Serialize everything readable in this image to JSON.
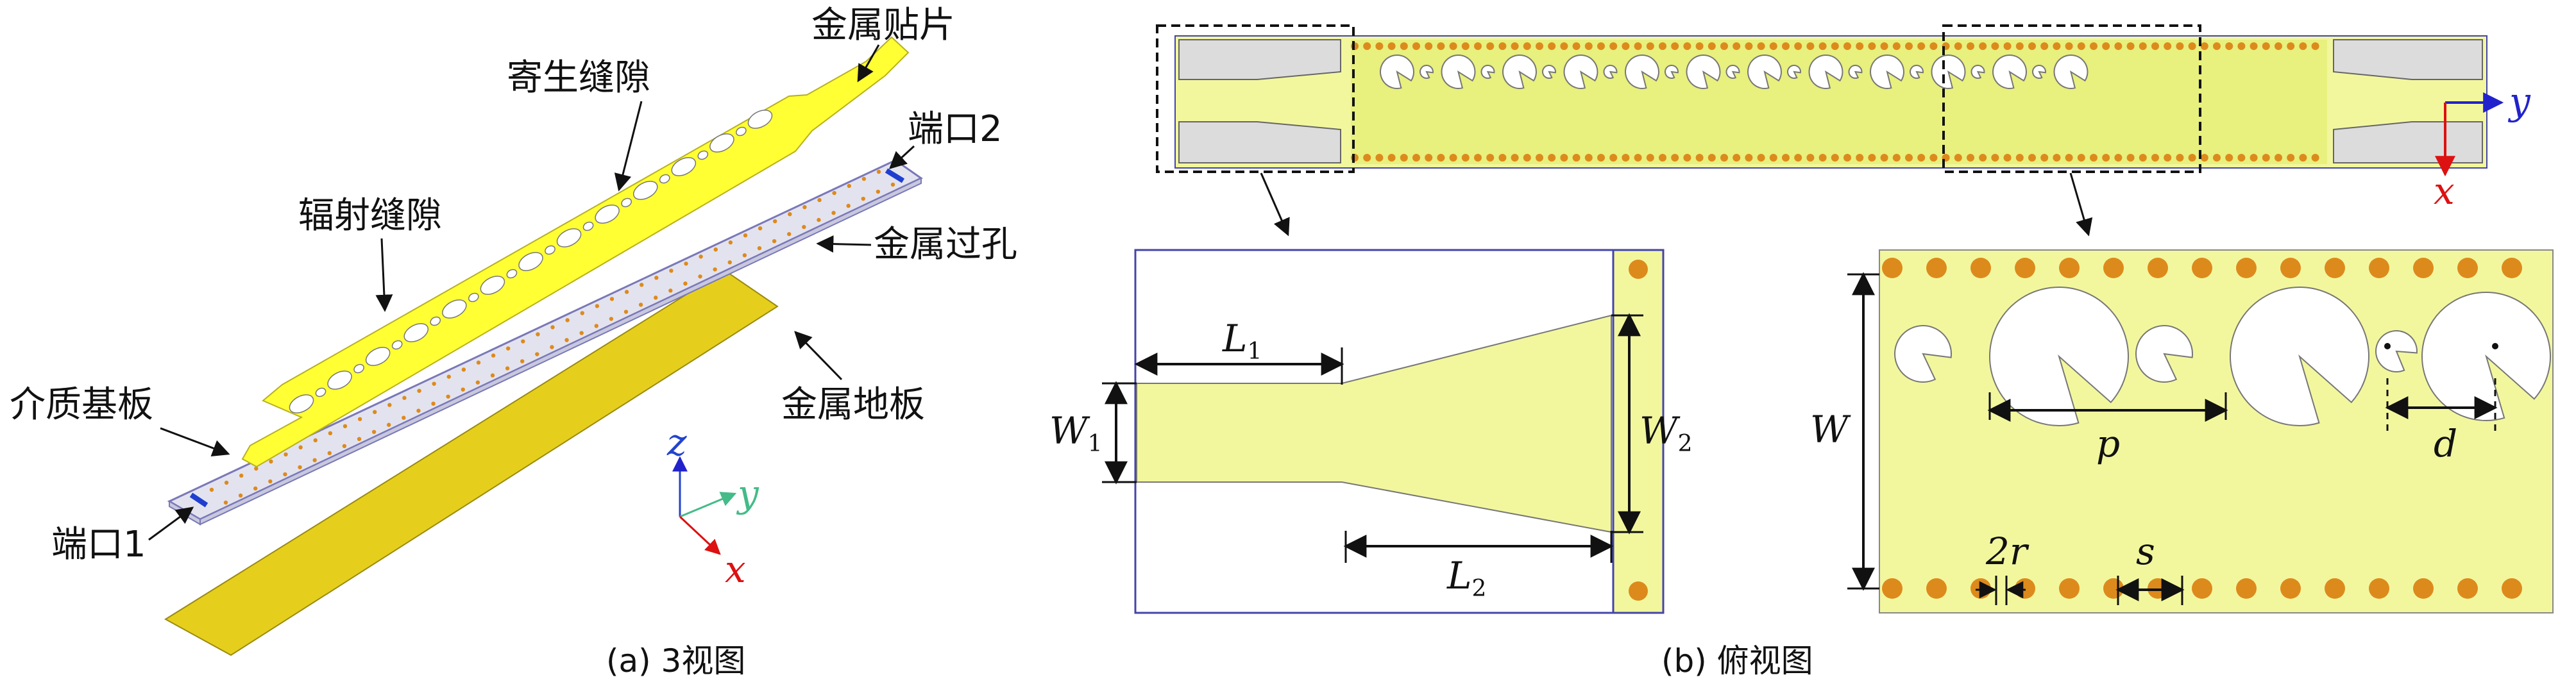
{
  "palette": {
    "patch": "#ffff33",
    "patch_light": "#f2f79e",
    "ground": "#e6cf1c",
    "substrate": "#e3e3ef",
    "via": "#dd8a1c",
    "port": "#1f3fd0",
    "axis_y": "#2222cc",
    "axis_x": "#dd1111",
    "axis_z": "#2244cc",
    "axis_y_iso": "#44bb88"
  },
  "panel_a": {
    "labels": {
      "patch": "金属贴片",
      "parasitic_slot": "寄生缝隙",
      "radiating_slot": "辐射缝隙",
      "port2": "端口2",
      "via": "金属过孔",
      "substrate": "介质基板",
      "ground": "金属地板",
      "port1": "端口1"
    },
    "axes": {
      "z": "z",
      "y": "y",
      "x": "x"
    },
    "caption": "(a) 3视图"
  },
  "panel_b": {
    "axes": {
      "y": "y",
      "x": "x"
    },
    "caption": "(b) 俯视图",
    "params": {
      "L1": {
        "base": "L",
        "sub": "1"
      },
      "L2": {
        "base": "L",
        "sub": "2"
      },
      "W1": {
        "base": "W",
        "sub": "1"
      },
      "W2": {
        "base": "W",
        "sub": "2"
      },
      "W": "W",
      "p": "p",
      "d": "d",
      "r": "2r",
      "s": "s"
    }
  }
}
